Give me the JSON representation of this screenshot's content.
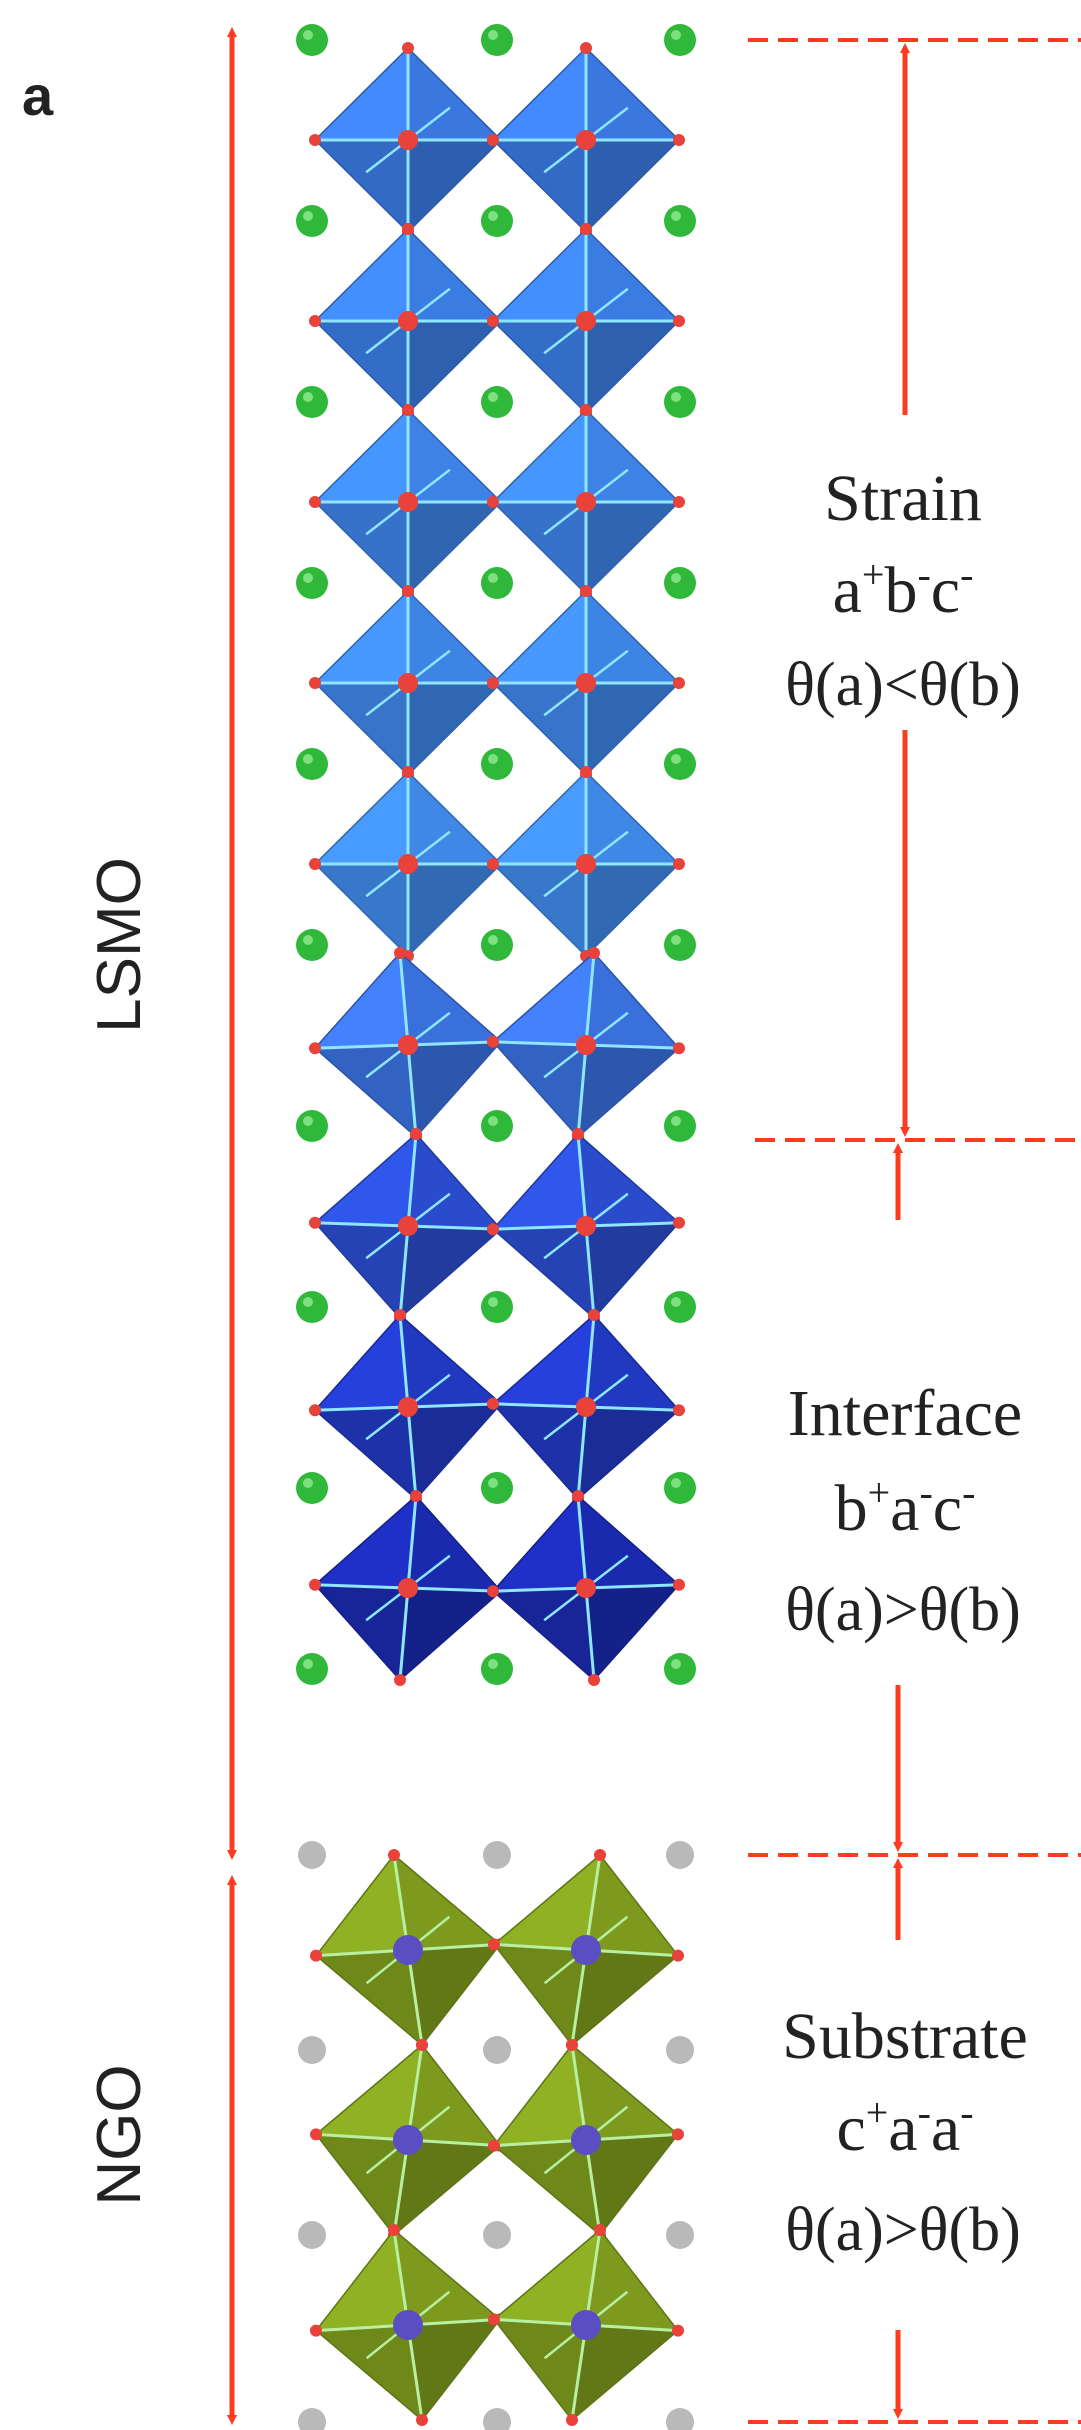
{
  "figure": {
    "panel_label": "a",
    "layers": [
      {
        "label": "LSMO"
      },
      {
        "label": "NGO"
      }
    ],
    "regions": [
      {
        "name": "Strain",
        "rotation_pattern": {
          "base_1": "a",
          "sup_1": "+",
          "base_2": "b",
          "sup_2": "-",
          "base_3": "c",
          "sup_3": "-"
        },
        "angle_relation": "θ(a)<θ(b)"
      },
      {
        "name": "Interface",
        "rotation_pattern": {
          "base_1": "b",
          "sup_1": "+",
          "base_2": "a",
          "sup_2": "-",
          "base_3": "c",
          "sup_3": "-"
        },
        "angle_relation": "θ(a)>θ(b)"
      },
      {
        "name": "Substrate",
        "rotation_pattern": {
          "base_1": "c",
          "sup_1": "+",
          "base_2": "a",
          "sup_2": "-",
          "base_3": "a",
          "sup_3": "-"
        },
        "angle_relation": "θ(a)>θ(b)"
      }
    ],
    "colors": {
      "arrow": "#ff3b1f",
      "a_site_lsmo": "#2fb83a",
      "a_site_ngo": "#b9b9b9",
      "oxygen": "#e8423a",
      "bond": "#8fe6ff",
      "lsmo_light": "#3f7fe0",
      "lsmo_dark": "#1a2ab0",
      "ngo_octahedron": "#7d9a1e",
      "ngo_center": "#5a4ec2",
      "ngo_bond": "#b6f0a0"
    },
    "lsmo_octahedron_colors": [
      "#3a78e0",
      "#3a7ce2",
      "#3d82e4",
      "#3e84e5",
      "#3f88e6",
      "#3a70dc",
      "#2a4ccc",
      "#2138c0",
      "#1a2aae"
    ]
  }
}
